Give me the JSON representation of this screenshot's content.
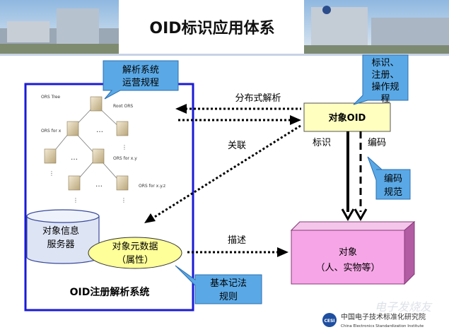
{
  "title": "OID标识应用体系",
  "colors": {
    "frame": "#1a1ad8",
    "callout": "#5aa9e6",
    "oid_box": "#ffffc0",
    "metadata": "#ffff99",
    "object_box": "#f6a6e6",
    "cylinder": "#dde4f4"
  },
  "ors_tree": {
    "title": "ORS Tree",
    "root": "Root ORS",
    "level1": "ORS for x",
    "level2": "ORS for x.y",
    "level3": "ORS for x.y.z",
    "ellipsis": "…",
    "vdots": "⋮"
  },
  "callouts": {
    "resolution_rules": [
      "解析系统",
      "运营规程"
    ],
    "oid_rules": [
      "标识、",
      "注册、",
      "操作规",
      "程"
    ],
    "encoding_spec": [
      "编码",
      "规范"
    ],
    "notation_rules": [
      "基本记法",
      "规则"
    ]
  },
  "nodes": {
    "info_server": [
      "对象信息",
      "服务器"
    ],
    "metadata": [
      "对象元数据",
      "（属性）"
    ],
    "system_label": "OID注册解析系统",
    "object_oid": "对象OID",
    "object": [
      "对象",
      "（人、实物等）"
    ]
  },
  "edges": {
    "distributed": "分布式解析",
    "association": "关联",
    "identify": "标识",
    "encode": "编码",
    "describe": "描述"
  },
  "logo": {
    "name_cn": "中国电子技术标准化研究院",
    "name_en": "China Electronics Standardization Institute",
    "mark": "CESI"
  },
  "watermark": "电子发烧友"
}
